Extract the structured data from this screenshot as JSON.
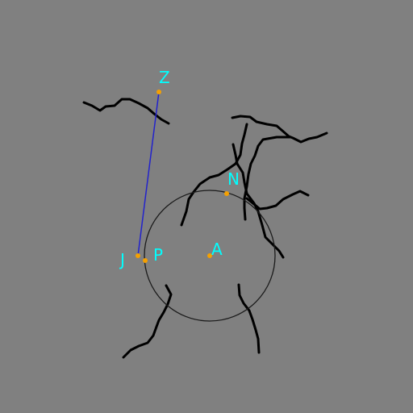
{
  "points": {
    "Z": {
      "label": "Z",
      "color": "#f5a000"
    },
    "J": {
      "label": "J",
      "color": "#f5a000"
    },
    "P": {
      "label": "P",
      "color": "#f5a000"
    },
    "A": {
      "label": "A",
      "color": "#f5a000"
    },
    "N": {
      "label": "N",
      "color": "#f5a000"
    }
  },
  "segment": {
    "from": "Z",
    "to": "J",
    "color": "#2222cc"
  },
  "circle": {
    "center": "A",
    "through": "N"
  },
  "colors": {
    "background": "#808080",
    "label": "#00ffff",
    "point": "#f5a000",
    "crack": "#000000"
  }
}
